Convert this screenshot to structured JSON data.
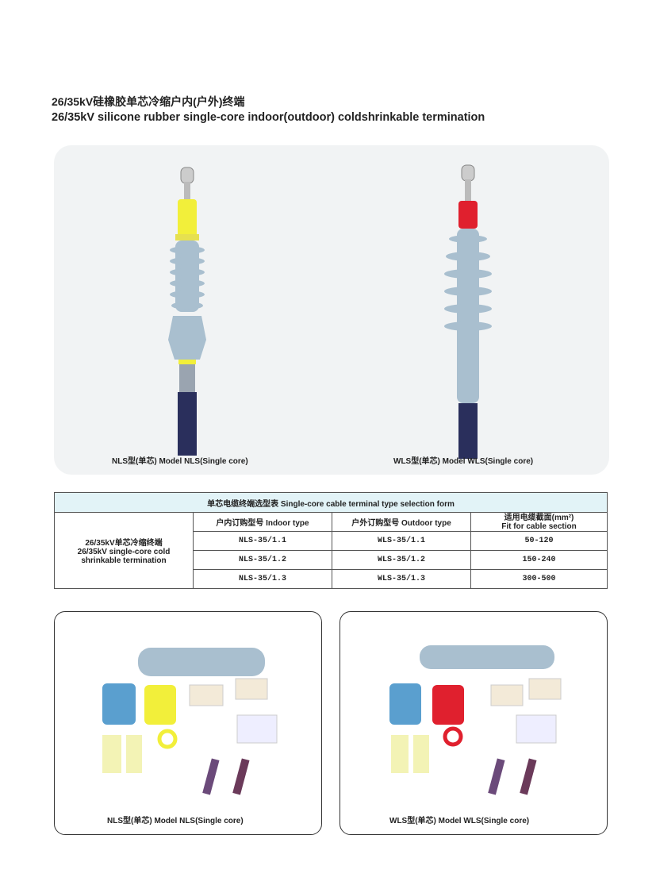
{
  "title_cn": "26/35kV硅橡胶单芯冷缩户内(户外)终端",
  "title_en": "26/35kV silicone rubber single-core indoor(outdoor) coldshrinkable termination",
  "top_panel": {
    "left_caption": "NLS型(单芯) Model NLS(Single core)",
    "right_caption": "WLS型(单芯) Model WLS(Single core)"
  },
  "table": {
    "title": "单芯电缆终端选型表 Single-core cable terminal type selection form",
    "row_label": [
      "26/35kV单芯冷缩终端",
      "26/35kV single-core cold",
      "shrinkable termination"
    ],
    "headers": [
      "户内订购型号 Indoor type",
      "户外订购型号 Outdoor type",
      "适用电缆截面(mm²)",
      "Fit for cable section"
    ],
    "rows": [
      [
        "NLS-35/1.1",
        "WLS-35/1.1",
        "50-120"
      ],
      [
        "NLS-35/1.2",
        "WLS-35/1.2",
        "150-240"
      ],
      [
        "NLS-35/1.3",
        "WLS-35/1.3",
        "300-500"
      ]
    ]
  },
  "kits": {
    "left_caption": "NLS型(单芯) Model NLS(Single core)",
    "right_caption": "WLS型(单芯) Model WLS(Single core)"
  },
  "colors": {
    "insulator": "#a9bfcf",
    "indoor_sleeve": "#f2ef3a",
    "outdoor_sleeve": "#e0202e",
    "table_header": "#e2f3f7"
  }
}
